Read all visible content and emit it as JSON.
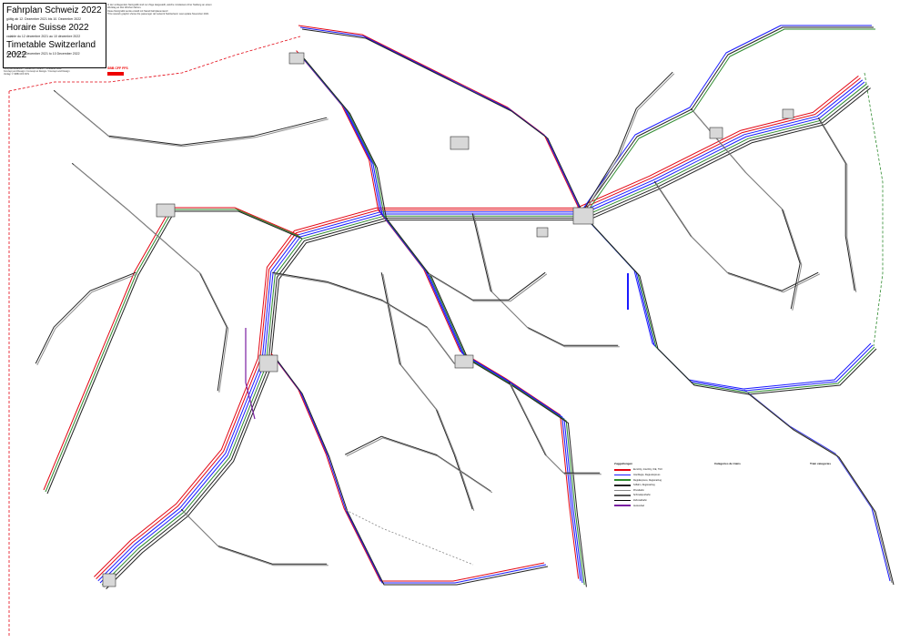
{
  "title": {
    "de": "Fahrplan Schweiz 2022",
    "de_validity": "gültig ab 12. Dezember 2021 bis 10. Dezember 2022",
    "fr": "Horaire Suisse 2022",
    "fr_validity": "valable du 12 décembre 2021 au 10 décembre 2022",
    "en": "Timetable Switzerland 2022",
    "en_validity": "valid from 12 December 2021 to 10 December 2022"
  },
  "notes": {
    "intro": "In der vorliegenden Netzgrafik sind nur Züge dargestellt, welche mindestens ihrer Stellung an einem Werktag an drei Wochen fahren.",
    "spec": "Diese Netzgrafik wurde erstellt mit Stand Fahrplanentwurf.",
    "spec_en": "This network graphic shows the passenger rail network Switzerland. Last update November 2021"
  },
  "publisher": {
    "line1": "Fahrplanredaktion / Rédaction horaire / Timetable Desk",
    "line2": "Konzept und Design / Concept et Design / Concept and Design",
    "line3": "Verlag: © SBB CFF FFS"
  },
  "logo": {
    "text": "SBB CFF FFS",
    "color": "#e30613"
  },
  "colors": {
    "ic": "#e30613",
    "ir": "#1a1aff",
    "re": "#2e8b2e",
    "regio": "#222222",
    "private": "#888888",
    "bus": "#1a1aff",
    "purple": "#7a1fa2"
  },
  "map": {
    "lines": {
      "ic_color": "#e30613",
      "ir_color": "#1a1aff",
      "re_color": "#2e8b2e",
      "regio_color": "#222222"
    }
  },
  "legend": {
    "col1_title": "Zuggattungen",
    "col2_title": "Catégories de trains",
    "col3_title": "Train categories",
    "rows": [
      {
        "label": "EuroCity, InterCity, ICE, TGV",
        "color": "#e30613"
      },
      {
        "label": "InterRegio, Regio-Express",
        "color": "#1a1aff"
      },
      {
        "label": "RegioExpress, Regionalzug",
        "color": "#2e8b2e"
      },
      {
        "label": "S-Bahn, Regionalzug",
        "color": "#222222"
      },
      {
        "label": "Privatbahn",
        "color": "#888888"
      },
      {
        "label": "Schmalspurbahn",
        "color": "#555555"
      },
      {
        "label": "Zahnradbahn",
        "color": "#000000"
      },
      {
        "label": "Autoverlad",
        "color": "#7a1fa2"
      }
    ]
  }
}
